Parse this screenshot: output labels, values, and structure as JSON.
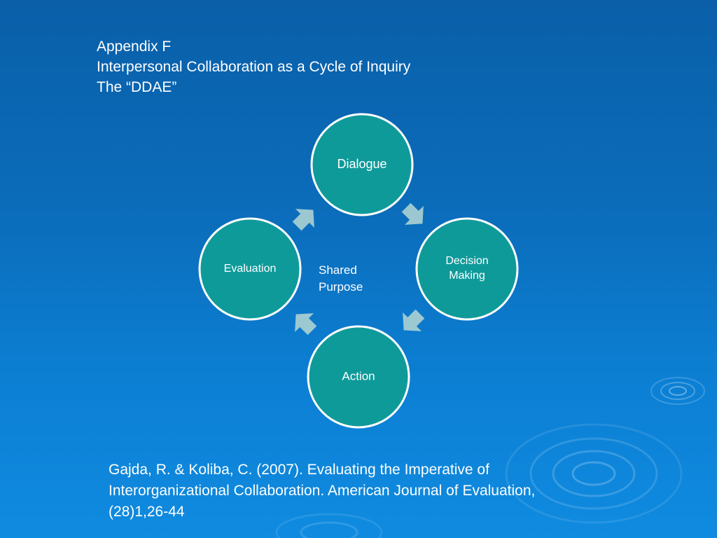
{
  "header": {
    "line1": "Appendix F",
    "line2": "Interpersonal Collaboration as a Cycle of Inquiry",
    "line3": "The “DDAE”"
  },
  "diagram": {
    "center_line1": "Shared",
    "center_line2": "Purpose",
    "nodes": {
      "dialogue": "Dialogue",
      "decision_line1": "Decision",
      "decision_line2": "Making",
      "action": "Action",
      "evaluation": "Evaluation"
    }
  },
  "citation": {
    "line1": "Gajda, R. & Koliba, C. (2007). Evaluating the Imperative of",
    "line2": "Interorganizational Collaboration. American Journal of Evaluation,",
    "line3": "(28)1,26-44"
  },
  "colors": {
    "background_top": "#0a5fa8",
    "background_bottom": "#0f8be0",
    "node_fill": "#0f9a9a",
    "arrow_fill": "#a9cfd2"
  }
}
